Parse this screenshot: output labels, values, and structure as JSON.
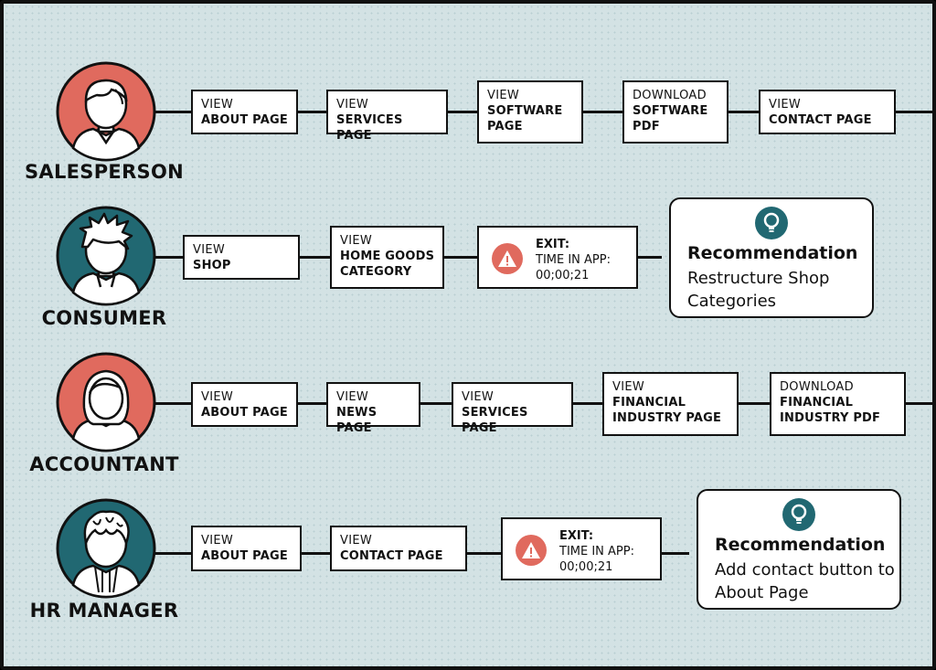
{
  "colors": {
    "background": "#d3e2e4",
    "coral": "#e06a5e",
    "teal": "#216872",
    "ink": "#111111"
  },
  "personas": [
    {
      "name": "SALESPERSON",
      "avatar_color": "coral",
      "avatar_icon": "person-short-hair-icon",
      "steps": [
        {
          "verb": "VIEW",
          "object": "ABOUT PAGE"
        },
        {
          "verb": "VIEW",
          "object": "SERVICES PAGE"
        },
        {
          "verb": "VIEW",
          "object": "SOFTWARE PAGE"
        },
        {
          "verb": "DOWNLOAD",
          "object": "SOFTWARE PDF"
        },
        {
          "verb": "VIEW",
          "object": "CONTACT PAGE"
        }
      ]
    },
    {
      "name": "CONSUMER",
      "avatar_color": "teal",
      "avatar_icon": "person-spiky-hair-icon",
      "steps": [
        {
          "verb": "VIEW",
          "object": "SHOP"
        },
        {
          "verb": "VIEW",
          "object": "HOME GOODS CATEGORY"
        }
      ],
      "exit": {
        "label": "EXIT:",
        "time_label": "TIME IN APP:",
        "time": "00;00;21"
      },
      "recommendation": {
        "title": "Recommendation",
        "body": "Restructure Shop Categories"
      }
    },
    {
      "name": "ACCOUNTANT",
      "avatar_color": "coral",
      "avatar_icon": "person-long-hair-icon",
      "steps": [
        {
          "verb": "VIEW",
          "object": "ABOUT PAGE"
        },
        {
          "verb": "VIEW",
          "object": "NEWS PAGE"
        },
        {
          "verb": "VIEW",
          "object": "SERVICES PAGE"
        },
        {
          "verb": "VIEW",
          "object": "FINANCIAL INDUSTRY PAGE"
        },
        {
          "verb": "DOWNLOAD",
          "object": "FINANCIAL INDUSTRY PDF"
        }
      ]
    },
    {
      "name": "HR MANAGER",
      "avatar_color": "teal",
      "avatar_icon": "person-curly-hair-icon",
      "steps": [
        {
          "verb": "VIEW",
          "object": "ABOUT PAGE"
        },
        {
          "verb": "VIEW",
          "object": "CONTACT PAGE"
        }
      ],
      "exit": {
        "label": "EXIT:",
        "time_label": "TIME IN APP:",
        "time": "00;00;21"
      },
      "recommendation": {
        "title": "Recommendation",
        "body": "Add contact button to About Page"
      }
    }
  ]
}
